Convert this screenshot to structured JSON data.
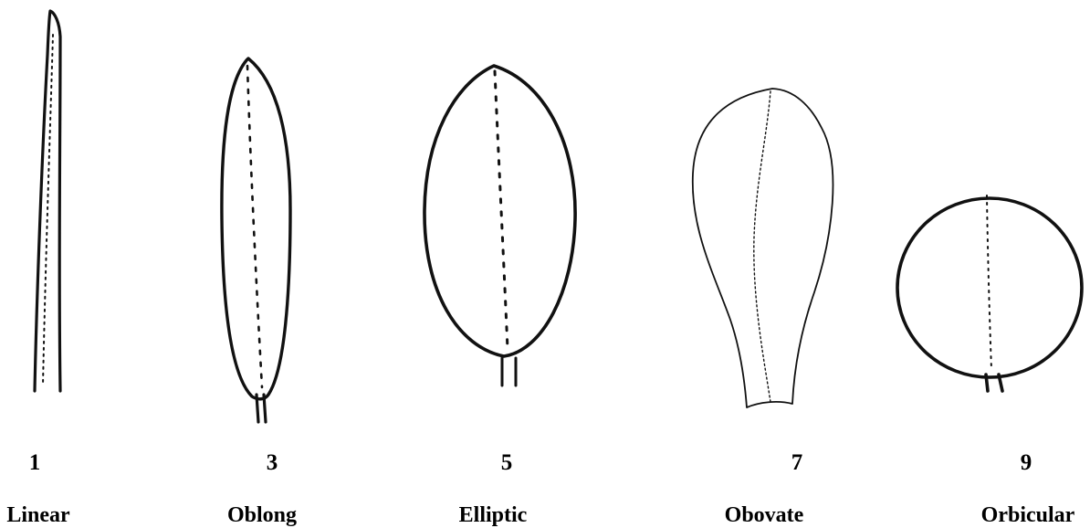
{
  "leaves": [
    {
      "id": "linear",
      "number": "1",
      "name": "Linear"
    },
    {
      "id": "oblong",
      "number": "3",
      "name": "Oblong"
    },
    {
      "id": "elliptic",
      "number": "5",
      "name": "Elliptic"
    },
    {
      "id": "obovate",
      "number": "7",
      "name": "Obovate"
    },
    {
      "id": "orbicular",
      "number": "9",
      "name": "Orbicular"
    }
  ],
  "colors": {
    "ink": "#111111",
    "background": "#ffffff"
  }
}
